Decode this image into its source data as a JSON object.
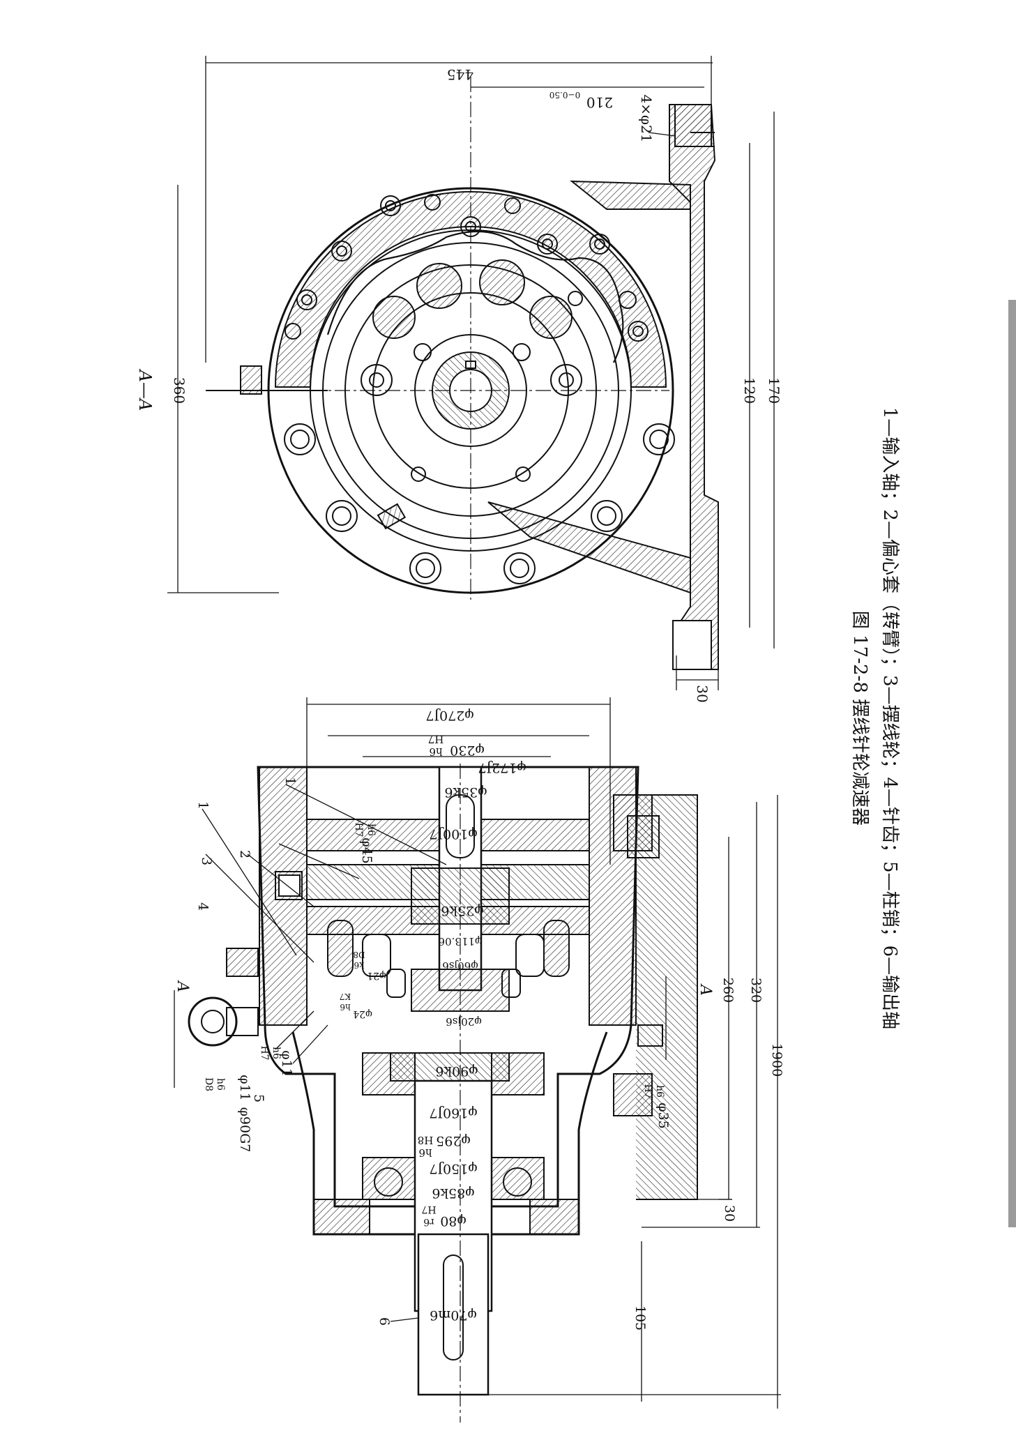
{
  "figure": {
    "caption_title": "图 17-2-8   摆线针轮减速器",
    "caption_legend": "1—输入轴；2—偏心套（转臂）；3—摆线轮；4—针齿；5—柱销；6—输出轴"
  },
  "view_aa": {
    "section_label": "A—A",
    "dimensions": {
      "overall_width": "445",
      "center_offset": "210",
      "center_offset_tol": "0−0.50",
      "hole": "4×φ21",
      "height": "360",
      "foot_120": "120",
      "foot_170": "170",
      "foot_thickness": "30"
    }
  },
  "side_view": {
    "section_mark_a1": "A",
    "section_mark_a2": "A",
    "part_labels": {
      "p1a": "1",
      "p2": "2",
      "p3": "3",
      "p4": "4",
      "p1b": "1",
      "p5": "5",
      "p6": "6"
    },
    "fits": {
      "f270": "φ270J7",
      "f230": "φ230",
      "f230_h": "H7",
      "f230_l": "h6",
      "f172": "φ172J7",
      "f35k6": "φ35k6",
      "f100": "φ100J7",
      "f45": "φ45",
      "f45_h": "H7",
      "f45_l": "h6",
      "f25k6": "φ25k6",
      "f113": "φ113.06",
      "f60js6": "φ60js6",
      "f21": "φ21",
      "f21_h": "D8",
      "f21_l": "k6",
      "f20js6": "φ20js6",
      "f24": "φ24",
      "f24_h": "K7",
      "f24_l": "h6",
      "f90k6": "φ90k6",
      "f160": "φ160J7",
      "f295": "φ295",
      "f295_h": "H8",
      "f295_l": "h6",
      "f150": "φ150J7",
      "f85": "φ85k6",
      "f80": "φ80",
      "f80_h": "H7",
      "f80_l": "r6",
      "f70": "φ70m6",
      "f11a": "φ11",
      "f11a_h": "H7",
      "f11a_l": "h6",
      "f11b": "φ11",
      "f11b_h": "D8",
      "f11b_l": "h6",
      "f90g7": "φ90G7",
      "f35": "φ35",
      "f35_h": "H7",
      "f35_l": "h6"
    },
    "dimensions": {
      "d260": "260",
      "d320": "320",
      "d1900": "1900",
      "d30": "30",
      "d105": "105"
    }
  }
}
